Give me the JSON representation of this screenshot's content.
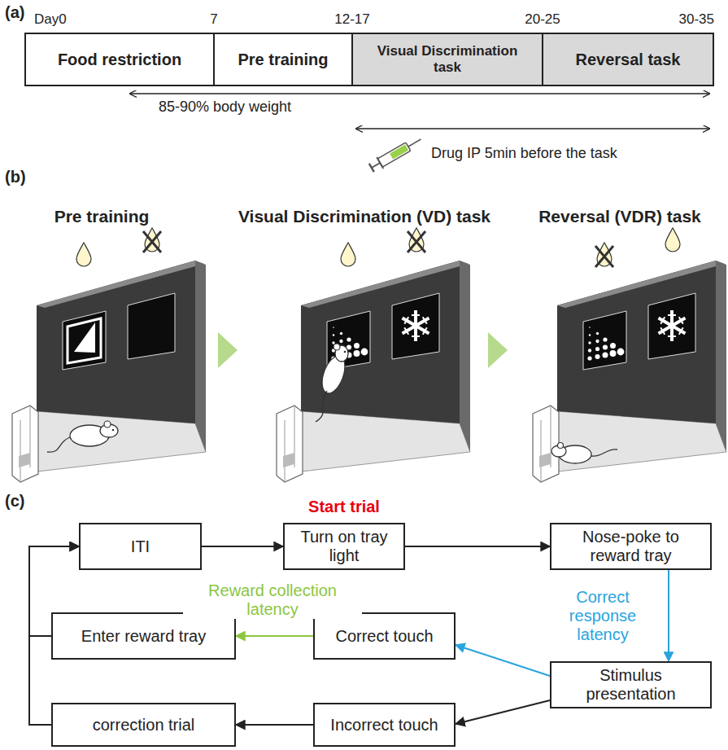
{
  "diagram": {
    "nodes": [
      {
        "text": [
          "Food restriction"
        ]
      },
      {
        "text": [
          "Pre training"
        ]
      },
      {
        "text": [
          "Visual Discrimination task"
        ]
      },
      {
        "text": [
          "Reversal task"
        ]
      },
      {
        "text": [
          "ITI"
        ]
      },
      {
        "text": [
          "Start trial",
          "Turn on tray light"
        ]
      },
      {
        "text": [
          "Nose-poke to reward tray"
        ]
      },
      {
        "text": [
          "Enter reward tray"
        ]
      },
      {
        "text": [
          "Correct touch"
        ]
      },
      {
        "text": [
          "Stimulus presentation"
        ]
      },
      {
        "text": [
          "correction trial"
        ]
      },
      {
        "text": [
          "Incorrect touch"
        ]
      }
    ],
    "edges": [
      {
        "from": 4,
        "to": 5,
        "arrow": "to"
      },
      {
        "from": 5,
        "to": 6,
        "arrow": "to"
      },
      {
        "from": 6,
        "to": 9,
        "label": "Correct response latency",
        "arrow": "to"
      },
      {
        "from": 9,
        "to": 8,
        "arrow": "to"
      },
      {
        "from": 9,
        "to": 11,
        "arrow": "to"
      },
      {
        "from": 8,
        "to": 7,
        "label": "Reward collection latency",
        "arrow": "to"
      },
      {
        "from": 11,
        "to": 10,
        "arrow": "to"
      },
      {
        "from": 7,
        "to": 4,
        "arrow": "to"
      },
      {
        "from": 10,
        "to": 4,
        "arrow": "to"
      }
    ],
    "labels": [
      "(a)",
      "Day0",
      "7",
      "12-17",
      "20-25",
      "30-35",
      "85-90% body weight",
      "Drug IP 5min before the task",
      "(b)",
      "Pre training",
      "Visual Discrimination (VD) task",
      "Reversal (VDR) task",
      "(c)"
    ]
  }
}
